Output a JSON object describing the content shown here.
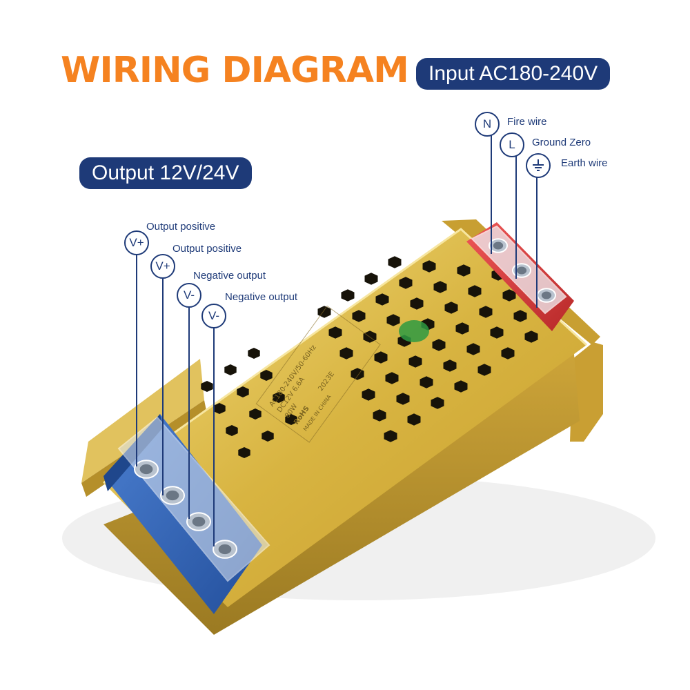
{
  "diagram": {
    "title": "WIRING DIAGRAM",
    "input_label": "Input AC180-240V",
    "output_label": "Output 12V/24V",
    "input_terminals": [
      {
        "symbol": "N",
        "label": "Fire wire"
      },
      {
        "symbol": "L",
        "label": "Ground Zero"
      },
      {
        "symbol": "earth-ground-icon",
        "label": "Earth wire"
      }
    ],
    "output_terminals": [
      {
        "symbol": "V+",
        "label": "Output positive"
      },
      {
        "symbol": "V+",
        "label": "Output positive"
      },
      {
        "symbol": "V-",
        "label": "Negative output"
      },
      {
        "symbol": "V-",
        "label": "Negative output"
      }
    ],
    "device_label": {
      "line1": "AC180-240V/50-60Hz",
      "line2": "DC12V  6.6A",
      "line3": "80W",
      "rohs": "RoHS",
      "made_in": "MADE IN CHINA",
      "date": "2023E"
    },
    "colors": {
      "title": "#f58220",
      "pill": "#1e3a78",
      "housing": "#d8b441",
      "output_block": "#2f5fae",
      "input_block": "#d23a3a"
    }
  }
}
